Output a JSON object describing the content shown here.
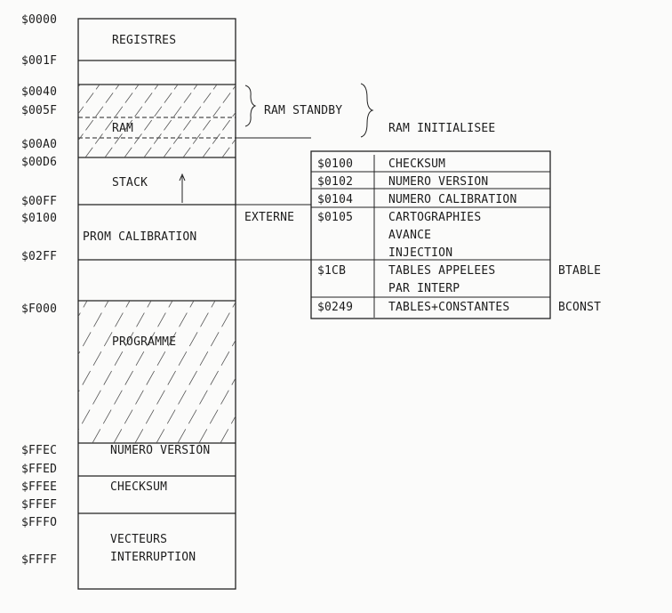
{
  "memory_map": {
    "addresses": [
      "$0000",
      "$001F",
      "$0040",
      "$005F",
      "$00A0",
      "$00D6",
      "$00FF",
      "$0100",
      "$02FF",
      "$F000",
      "$FFEC",
      "$FFED",
      "$FFEE",
      "$FFEF",
      "$FFFO",
      "$FFFF"
    ],
    "regions": {
      "registres": "REGISTRES",
      "ram": "RAM",
      "stack": "STACK",
      "prom_calibration": "PROM CALIBRATION",
      "programme": "PROGRAMME",
      "numero_version": "NUMERO VERSION",
      "checksum": "CHECKSUM",
      "vecteurs_line1": "VECTEURS",
      "vecteurs_line2": "INTERRUPTION"
    },
    "annotations": {
      "ram_standby": "RAM STANDBY",
      "ram_initialisee": "RAM INITIALISEE",
      "externe": "EXTERNE"
    }
  },
  "calibration_table": {
    "rows": [
      {
        "address": "$0100",
        "lines": [
          "CHECKSUM"
        ],
        "tag": ""
      },
      {
        "address": "$0102",
        "lines": [
          "NUMERO VERSION"
        ],
        "tag": ""
      },
      {
        "address": "$0104",
        "lines": [
          "NUMERO CALIBRATION"
        ],
        "tag": ""
      },
      {
        "address": "$0105",
        "lines": [
          "CARTOGRAPHIES",
          "AVANCE",
          "INJECTION"
        ],
        "tag": ""
      },
      {
        "address": "$1CB",
        "lines": [
          "TABLES APPELEES",
          "PAR INTERP"
        ],
        "tag": "BTABLE"
      },
      {
        "address": "$0249",
        "lines": [
          "TABLES+CONSTANTES"
        ],
        "tag": "BCONST"
      }
    ]
  }
}
